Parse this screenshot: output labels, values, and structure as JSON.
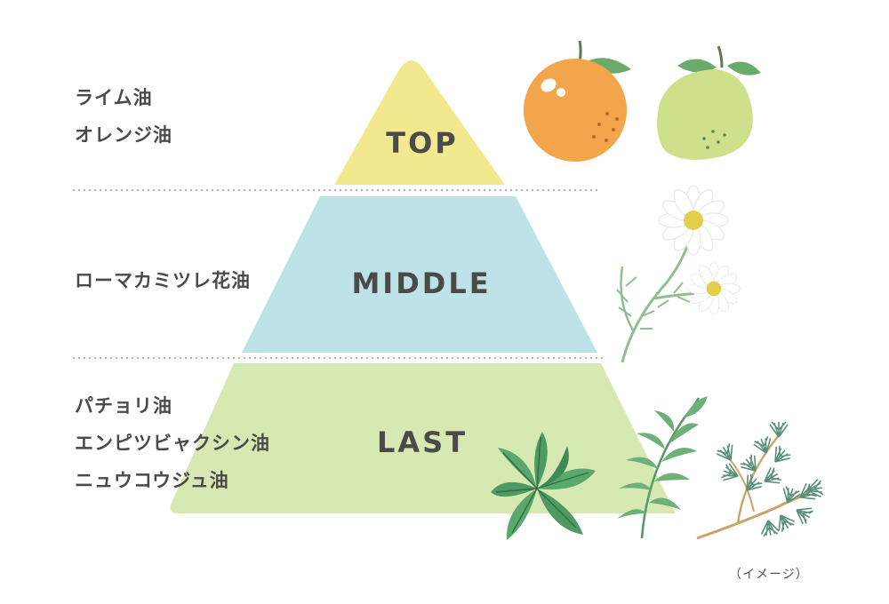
{
  "tiers": [
    {
      "label": "TOP",
      "color": "#f2e98e",
      "notes": [
        "ライム油",
        "オレンジ油"
      ]
    },
    {
      "label": "MIDDLE",
      "color": "#bde3e6",
      "notes": [
        "ローマカミツレ花油"
      ]
    },
    {
      "label": "LAST",
      "color": "#d7e9b2",
      "notes": [
        "パチョリ油",
        "エンピツビャクシン油",
        "ニュウコウジュ油"
      ]
    }
  ],
  "caption": "（イメージ）",
  "illustrations": {
    "top": [
      "orange-icon",
      "lime-icon"
    ],
    "middle": [
      "chamomile-icon"
    ],
    "last": [
      "patchouli-leaves-icon",
      "cedar-leaves-icon",
      "frankincense-branch-icon"
    ]
  }
}
